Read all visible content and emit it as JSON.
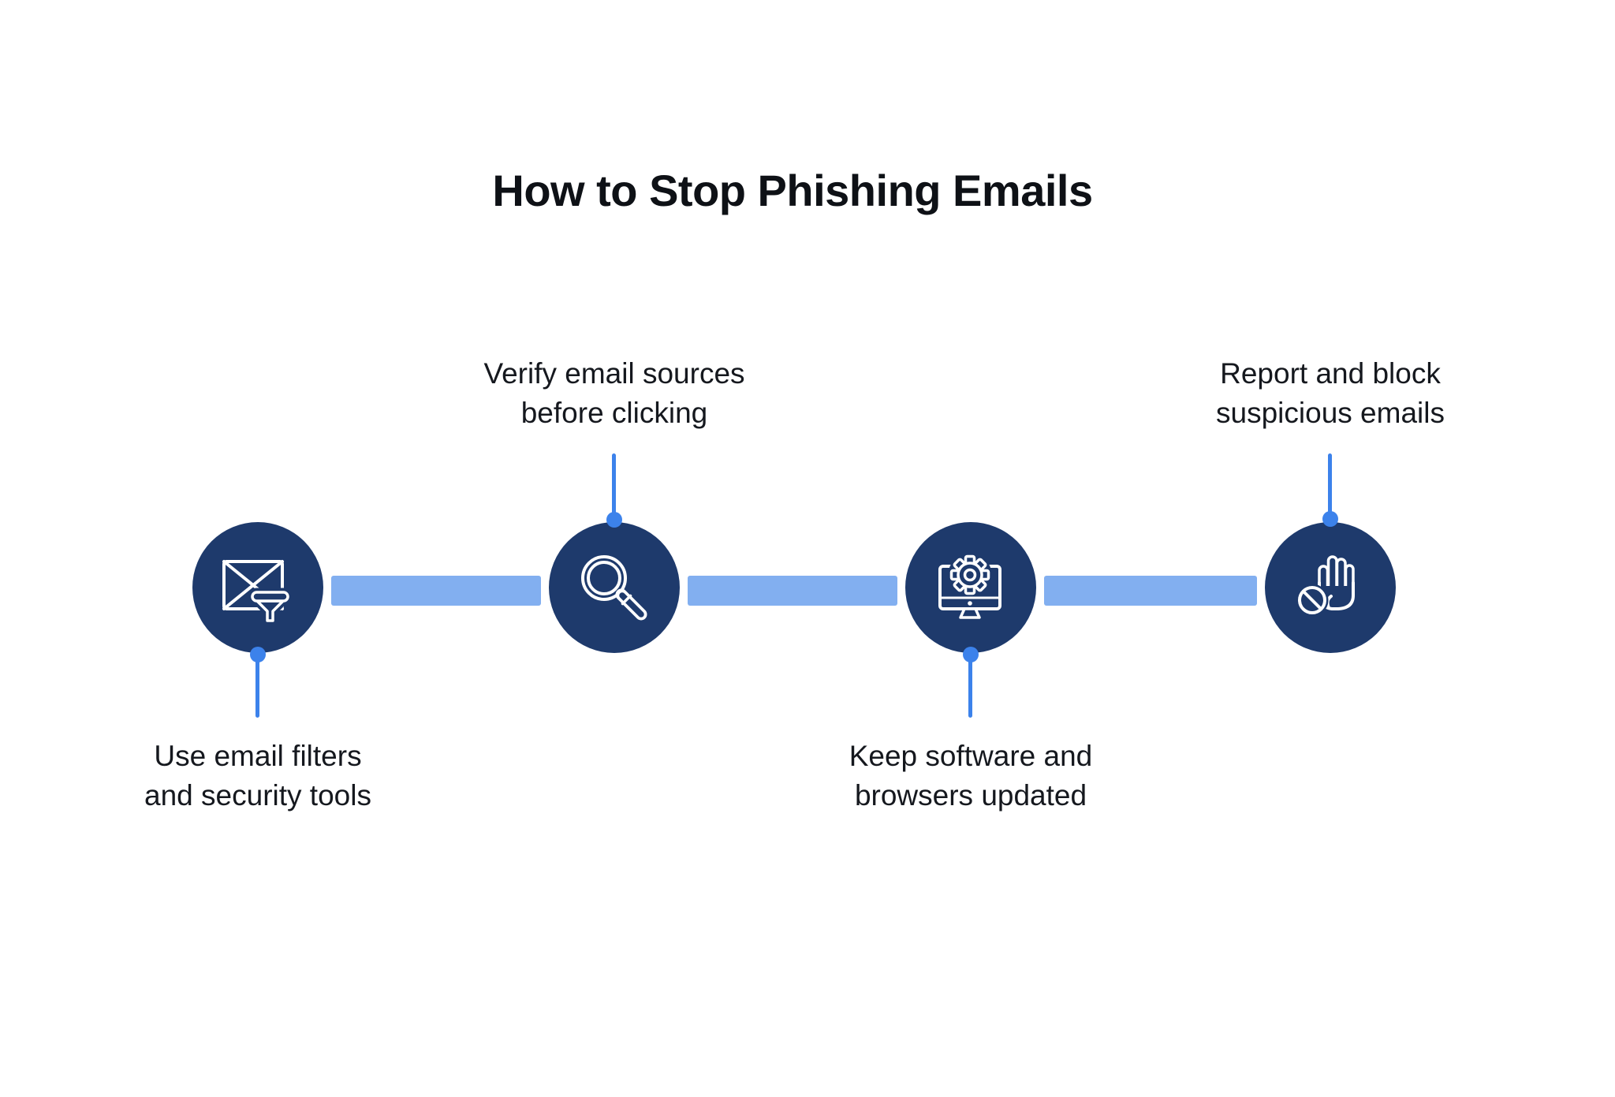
{
  "title": "How to Stop Phishing Emails",
  "colors": {
    "background": "#ffffff",
    "title_text": "#0e1116",
    "label_text": "#15181e",
    "node_navy": "#1e3a6c",
    "connector_light_blue": "#82aff0",
    "stem_blue": "#3c82eb",
    "icon_stroke": "#ffffff"
  },
  "steps": [
    {
      "order": 1,
      "icon": "email-filter-icon",
      "label_position": "below",
      "label_line1": "Use email filters",
      "label_line2": "and security tools"
    },
    {
      "order": 2,
      "icon": "magnifier-icon",
      "label_position": "above",
      "label_line1": "Verify email sources",
      "label_line2": "before clicking"
    },
    {
      "order": 3,
      "icon": "monitor-gear-icon",
      "label_position": "below",
      "label_line1": "Keep software and",
      "label_line2": "browsers updated"
    },
    {
      "order": 4,
      "icon": "hand-block-icon",
      "label_position": "above",
      "label_line1": "Report and block",
      "label_line2": "suspicious emails"
    }
  ]
}
